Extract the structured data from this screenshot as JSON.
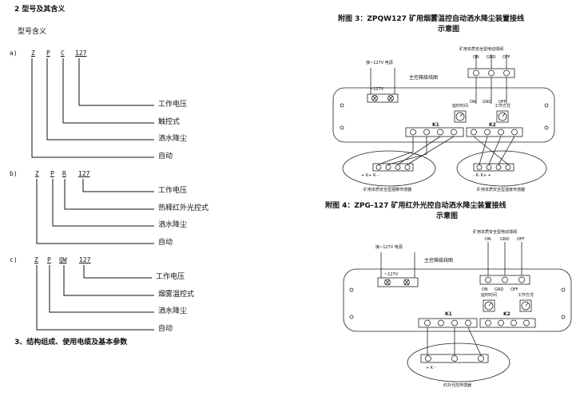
{
  "doc": {
    "section2_title": "2  型号及其含义",
    "model_meaning": "型号含义",
    "a_label": "a)",
    "a_code": [
      "Z",
      "P",
      "C",
      "127"
    ],
    "a_desc": [
      "工作电压",
      "触控式",
      "洒水降尘",
      "自动"
    ],
    "b_label": "b)",
    "b_code": [
      "Z",
      "P",
      "R",
      "127"
    ],
    "b_desc": [
      "工作电压",
      "热释红外光控式",
      "洒水降尘",
      "自动"
    ],
    "c_label": "c)",
    "c_code": [
      "Z",
      "P",
      "QW",
      "127"
    ],
    "c_desc": [
      "工作电压",
      "烟雾温控式",
      "洒水降尘",
      "自动"
    ],
    "section3_title": "3、结构组成、使用电缆及基本参数"
  },
  "fig3": {
    "title_line1": "附图 3：ZPQW127 矿用烟雾温控自动洒水降尘装置接线",
    "title_line2": "示意图",
    "top_label": "矿用本质安全型电动球阀",
    "valve_terms": [
      "ON",
      "GND",
      "OFF"
    ],
    "power_label": "接~127V 电源",
    "power_volt": "~127V",
    "box_label": "主控箱接线图",
    "knob_terms": [
      "ON",
      "GND",
      "OFF"
    ],
    "knob1_label": "延时时间",
    "knob2_label": "工作方式",
    "k1": "K1",
    "k2": "K2",
    "sensor1_terms": "+   K+   K-   -",
    "sensor2_terms": "-   K-   K+   +",
    "sensor1_label": "矿用本质安全型烟雾传感器",
    "sensor2_label": "矿用本质安全型温度传感器"
  },
  "fig4": {
    "title_line1": "附图 4：ZPG-127 矿用红外光控自动洒水降尘装置接线",
    "title_line2": "示意图",
    "top_label": "矿用本质安全型电动球阀",
    "valve_terms": [
      "ON",
      "GND",
      "OFF"
    ],
    "power_label": "接~127V 电源",
    "power_volt": "~127V",
    "box_label": "主控箱接线图",
    "knob_terms": [
      "ON",
      "GND",
      "OFF"
    ],
    "knob1_label": "延时时间",
    "knob2_label": "工作方式",
    "k1": "K1",
    "k2": "K2",
    "sensor_terms": "+      K      -",
    "sensor_label": "红外光控传感器"
  }
}
